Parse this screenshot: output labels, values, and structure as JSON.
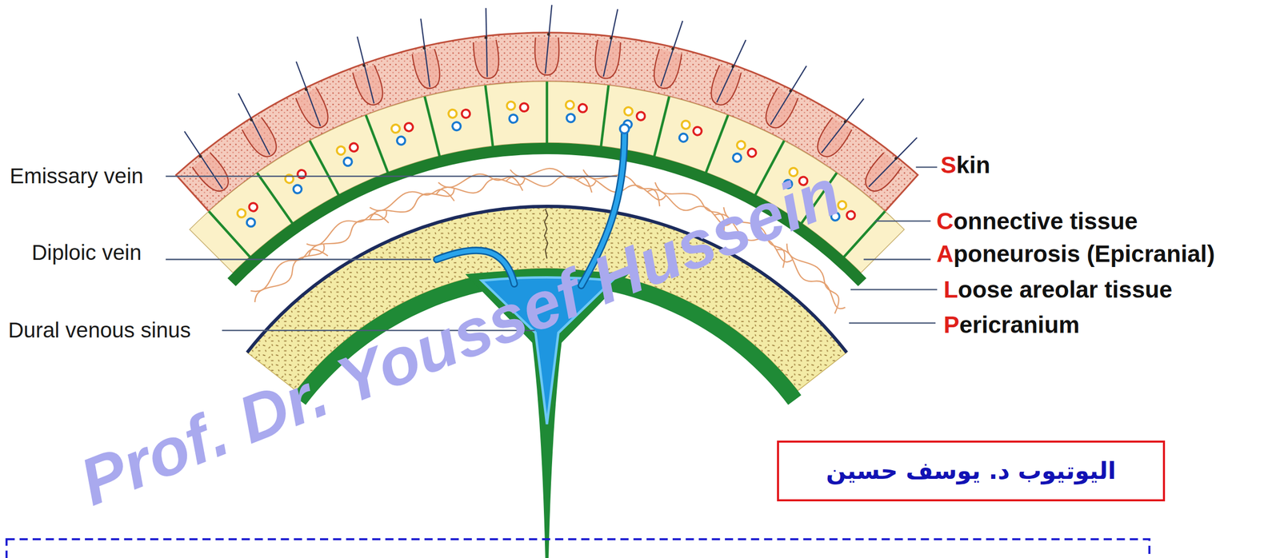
{
  "diagram": {
    "nodes": [
      {
        "text": [
          "اليوتيوب د. يوسف حسين"
        ]
      }
    ],
    "labels": [
      "Emissary vein",
      "Diploic vein",
      "Dural venous sinus",
      "Skin",
      "Connective tissue",
      "Aponeurosis (Epicranial)",
      "Loose areolar tissue",
      "Pericranium",
      "Prof. Dr. Youssef Hussein"
    ]
  }
}
